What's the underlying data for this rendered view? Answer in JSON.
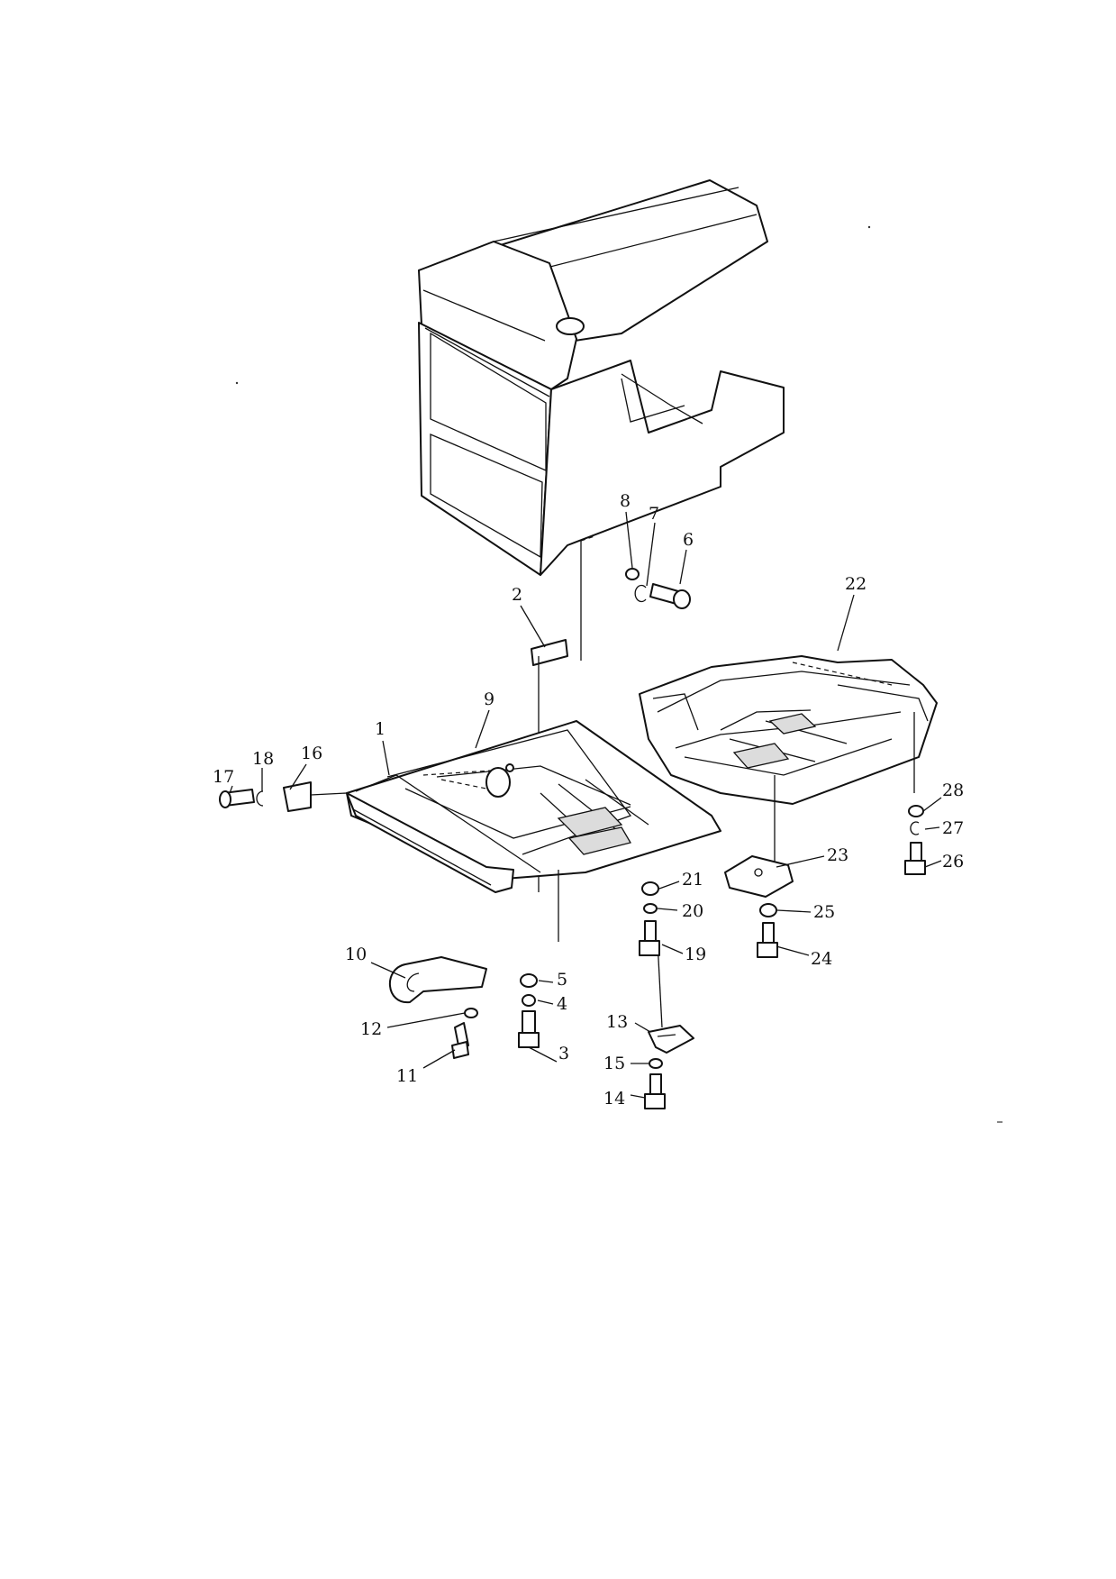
{
  "diagram": {
    "callouts": [
      {
        "label": "1"
      },
      {
        "label": "2"
      },
      {
        "label": "3"
      },
      {
        "label": "4"
      },
      {
        "label": "5"
      },
      {
        "label": "6"
      },
      {
        "label": "7"
      },
      {
        "label": "8"
      },
      {
        "label": "9"
      },
      {
        "label": "10"
      },
      {
        "label": "11"
      },
      {
        "label": "12"
      },
      {
        "label": "13"
      },
      {
        "label": "14"
      },
      {
        "label": "15"
      },
      {
        "label": "16"
      },
      {
        "label": "17"
      },
      {
        "label": "18"
      },
      {
        "label": "19"
      },
      {
        "label": "20"
      },
      {
        "label": "21"
      },
      {
        "label": "22"
      },
      {
        "label": "23"
      },
      {
        "label": "24"
      },
      {
        "label": "25"
      },
      {
        "label": "26"
      },
      {
        "label": "27"
      },
      {
        "label": "28"
      }
    ]
  }
}
